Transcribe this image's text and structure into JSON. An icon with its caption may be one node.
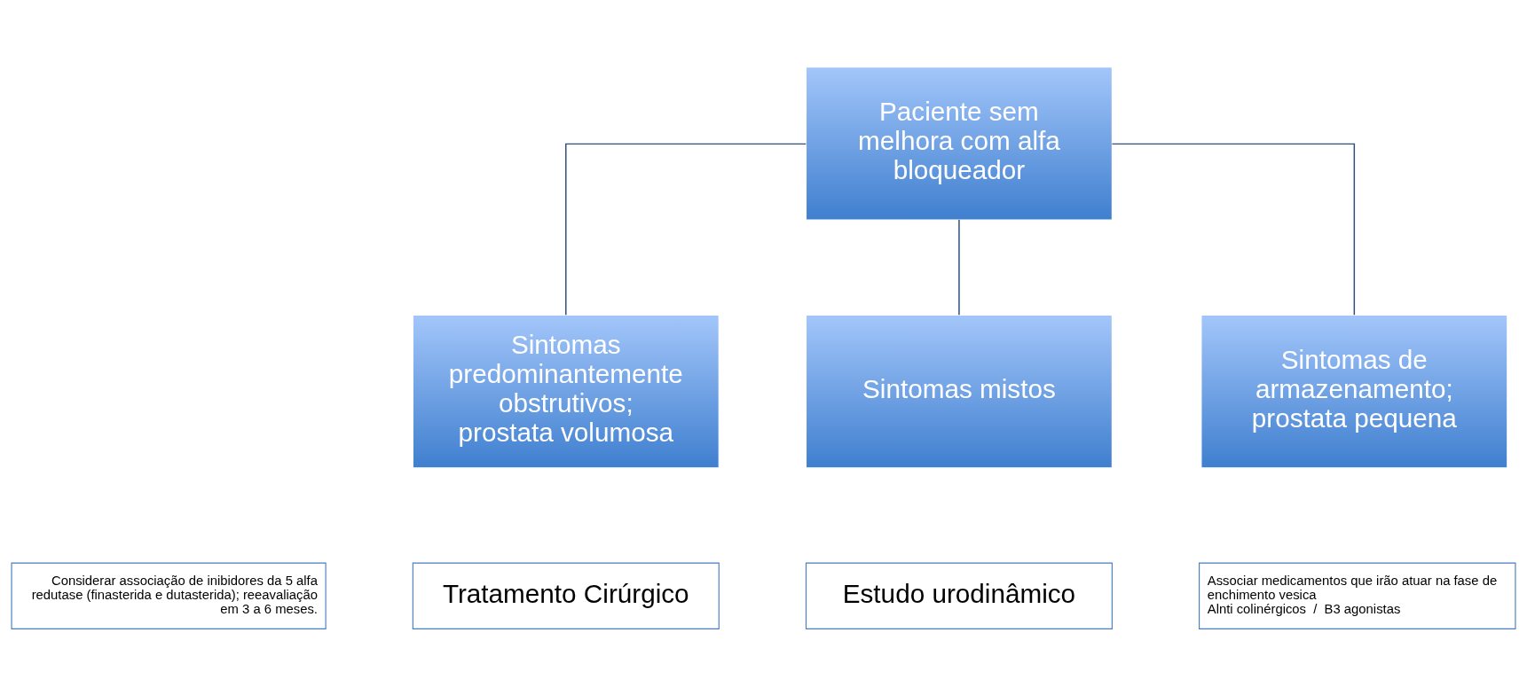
{
  "diagram": {
    "nodes": [
      {
        "text": [
          "Paciente sem melhora com alfa bloqueador"
        ]
      },
      {
        "text": [
          "Sintomas predominantemente obstrutivos; prostata volumosa"
        ]
      },
      {
        "text": [
          "Sintomas mistos"
        ]
      },
      {
        "text": [
          "Sintomas de armazenamento; prostata pequena"
        ]
      },
      {
        "text": [
          "Considerar associação de inibidores da 5 alfa redutase (finasterida e dutasterida); reeavaliação em 3 a 6 meses."
        ]
      },
      {
        "text": [
          "Tratamento Cirúrgico"
        ]
      },
      {
        "text": [
          "Estudo urodinâmico"
        ]
      },
      {
        "text": [
          "Associar medicamentos que irão atuar na fase de enchimento vesica",
          "Alnti colinérgicos  /  B3 agonistas"
        ]
      }
    ],
    "edges": [
      {
        "from": 0,
        "to": 1,
        "arrow": "none"
      },
      {
        "from": 0,
        "to": 2,
        "arrow": "none"
      },
      {
        "from": 0,
        "to": 3,
        "arrow": "none"
      }
    ]
  }
}
